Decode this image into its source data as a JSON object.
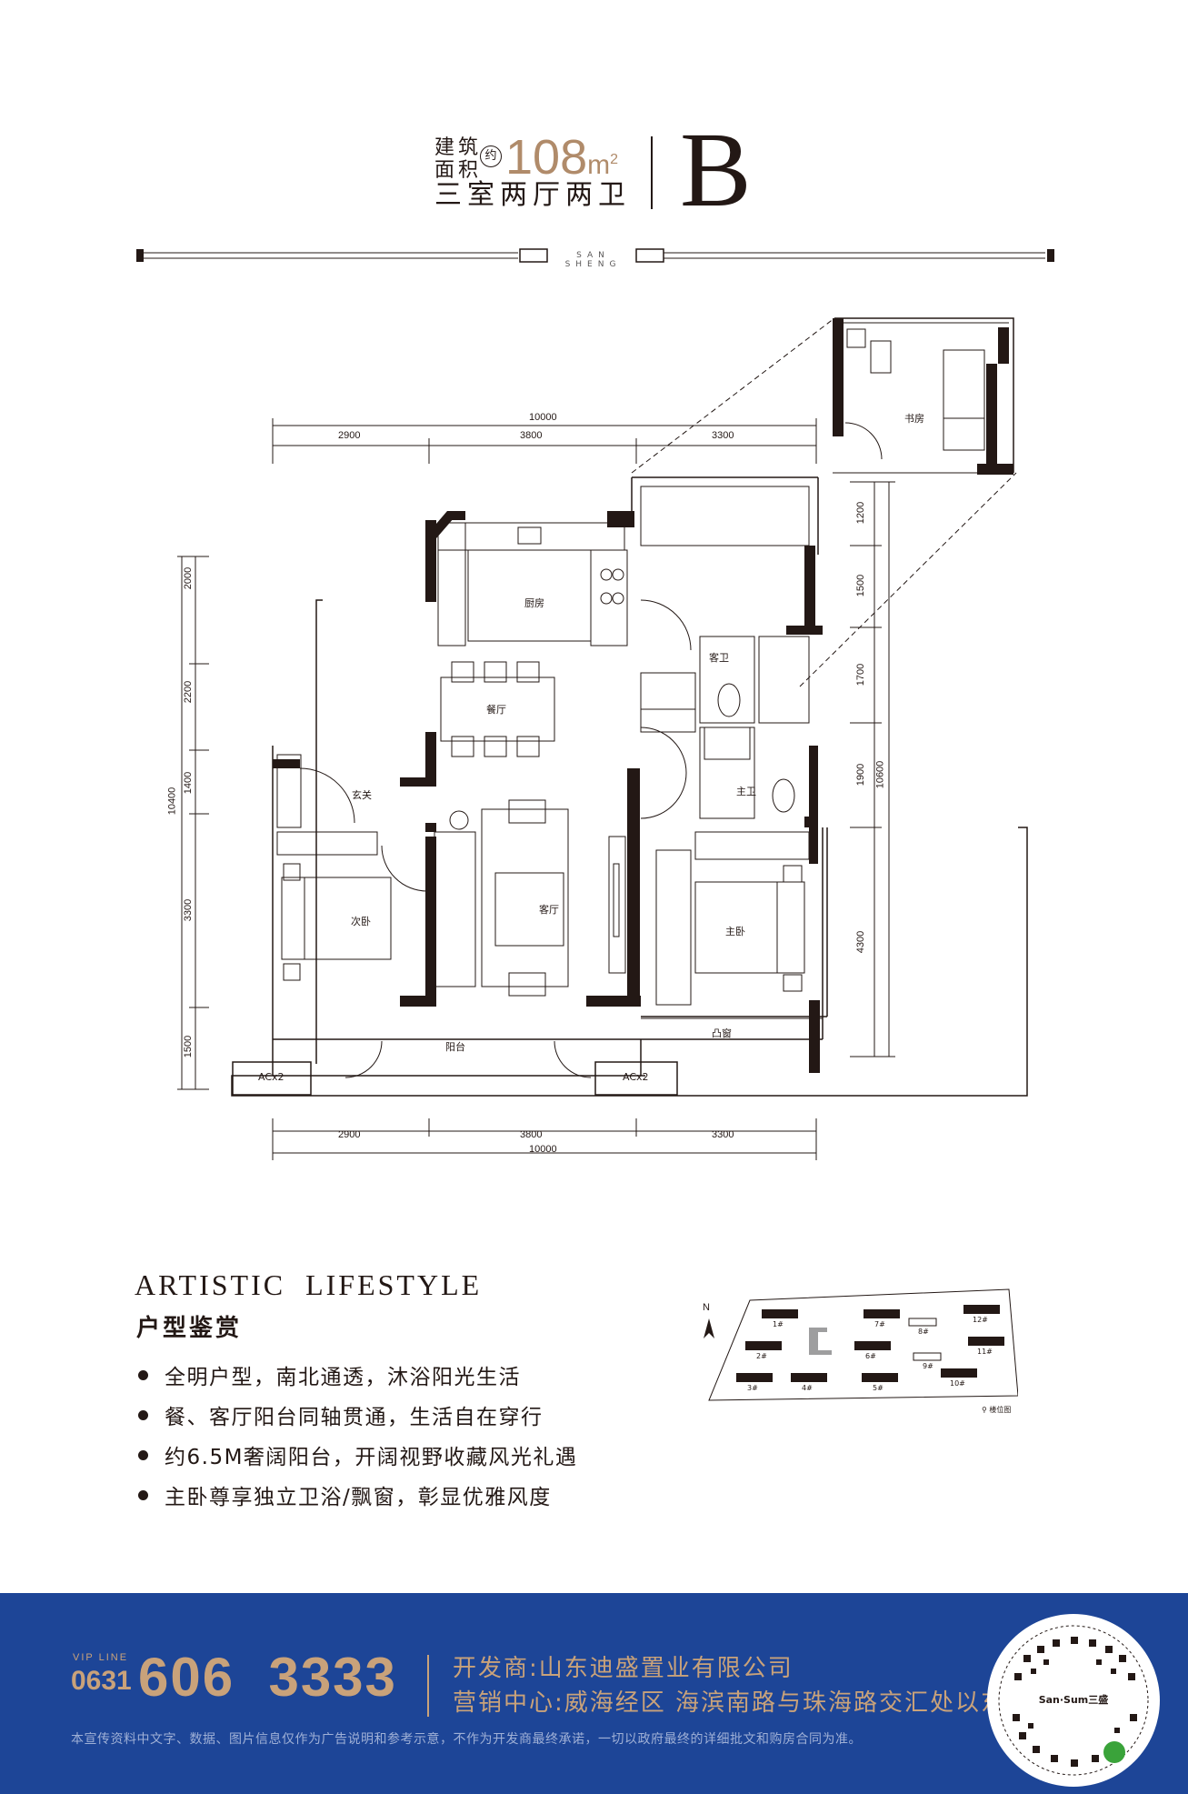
{
  "header": {
    "area_label_line1": "建筑",
    "area_label_line2": "面积",
    "approx": "约",
    "area_value": "108",
    "area_unit": "m",
    "area_unit_sup": "2",
    "layout_type": "三室两厅两卫",
    "unit_letter": "B"
  },
  "brand_bar": {
    "text": "SAN SHENG"
  },
  "floorplan": {
    "dims_top": {
      "total": "10000",
      "segments": [
        "2900",
        "3800",
        "3300"
      ]
    },
    "dims_bottom": {
      "total": "10000",
      "segments": [
        "2900",
        "3800",
        "3300"
      ]
    },
    "dims_left": {
      "total": "10400",
      "segments": [
        "2000",
        "2200",
        "1400",
        "3300",
        "1500"
      ]
    },
    "dims_right": {
      "total": "10600",
      "segments": [
        "1200",
        "1500",
        "1700",
        "1900",
        "4300"
      ]
    },
    "rooms": {
      "kitchen": "厨房",
      "dining": "餐厅",
      "entrance": "玄关",
      "living": "客厅",
      "second_bedroom": "次卧",
      "master_bedroom": "主卧",
      "guest_bath": "客卫",
      "master_bath": "主卫",
      "balcony": "阳台",
      "bay_window": "凸窗",
      "study": "书房",
      "ac_left": "ACx2",
      "ac_right": "ACx2"
    }
  },
  "features": {
    "title_en": "ARTISTIC  LIFESTYLE",
    "title_cn": "户型鉴赏",
    "bullets": [
      "全明户型，南北通透，沐浴阳光生活",
      "餐、客厅阳台同轴贯通，生活自在穿行",
      "约6.5M奢阔阳台，开阔视野收藏风光礼遇",
      "主卧尊享独立卫浴/飘窗，彰显优雅风度"
    ]
  },
  "site_map": {
    "north": "N",
    "buildings": [
      "1#",
      "2#",
      "3#",
      "4#",
      "5#",
      "6#",
      "7#",
      "8#",
      "9#",
      "10#",
      "11#",
      "12#"
    ],
    "legend": "楼位图"
  },
  "footer": {
    "vip_line": "VIP LINE",
    "area_code": "0631",
    "phone": "606  3333",
    "developer": "开发商:山东迪盛置业有限公司",
    "sales_center": "营销中心:威海经区 海滨南路与珠海路交汇处以东",
    "disclaimer": "本宣传资料中文字、数据、图片信息仅作为广告说明和参考示意，不作为开发商最终承诺，一切以政府最终的详细批文和购房合同为准。",
    "qr_brand": "San·Sum三盛"
  },
  "colors": {
    "accent_gold": "#b08b6a",
    "footer_blue": "#1d4597",
    "wall": "#231815"
  }
}
